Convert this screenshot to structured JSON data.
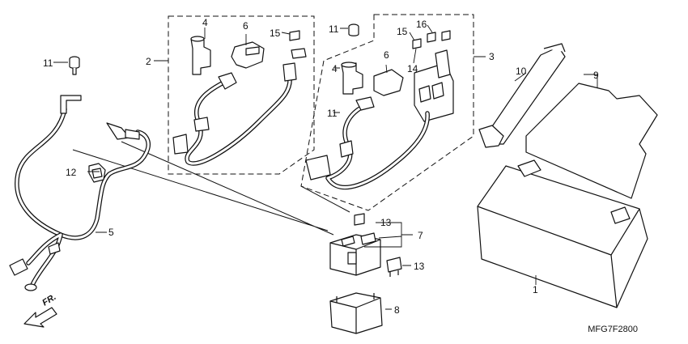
{
  "labels": {
    "n1": "1",
    "n2": "2",
    "n3": "3",
    "n4a": "4",
    "n4b": "4",
    "n5": "5",
    "n6a": "6",
    "n6b": "6",
    "n7": "7",
    "n8": "8",
    "n9": "9",
    "n10": "10",
    "n11a": "11",
    "n11b": "11",
    "n11c": "11",
    "n12": "12",
    "n13a": "13",
    "n13b": "13",
    "n14": "14",
    "n15a": "15",
    "n15b": "15",
    "n16": "16"
  },
  "front_marker": "FR.",
  "drawing_code": "MFG7F2800"
}
